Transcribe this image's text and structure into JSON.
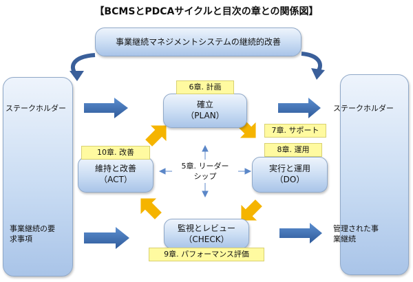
{
  "title": "【BCMSとPDCAサイクルと目次の章との関係図】",
  "top_box": "事業継続マネジメントシステムの継続的改善",
  "plan": {
    "title": "確立",
    "sub": "（PLAN）"
  },
  "do": {
    "title": "実行と運用",
    "sub": "（DO）"
  },
  "check": {
    "title": "監視とレビュー",
    "sub": "（CHECK）"
  },
  "act": {
    "title": "維持と改善",
    "sub": "（ACT）"
  },
  "chapters": {
    "ch6": "6章. 計画",
    "ch7": "7章. サポート",
    "ch8": "8章. 運用",
    "ch9": "9章. パフォーマンス評価",
    "ch10": "10章. 改善"
  },
  "center": {
    "line1": "5章. リーダー",
    "line2": "シップ"
  },
  "left": {
    "stakeholder": "ステークホルダー",
    "req_line1": "事業継続の要",
    "req_line2": "求事項"
  },
  "right": {
    "stakeholder": "ステークホルダー",
    "out_line1": "管理された事",
    "out_line2": "業継続"
  },
  "colors": {
    "box_border": "#8fa8c8",
    "box_light": "#eef4fc",
    "box_dark": "#a9c4e8",
    "arrow_blue": "#3f6fb5",
    "arrow_orange": "#f5b400",
    "chip_yellow": "#fffaa0",
    "curve_arrow": "#3a5f9a"
  }
}
